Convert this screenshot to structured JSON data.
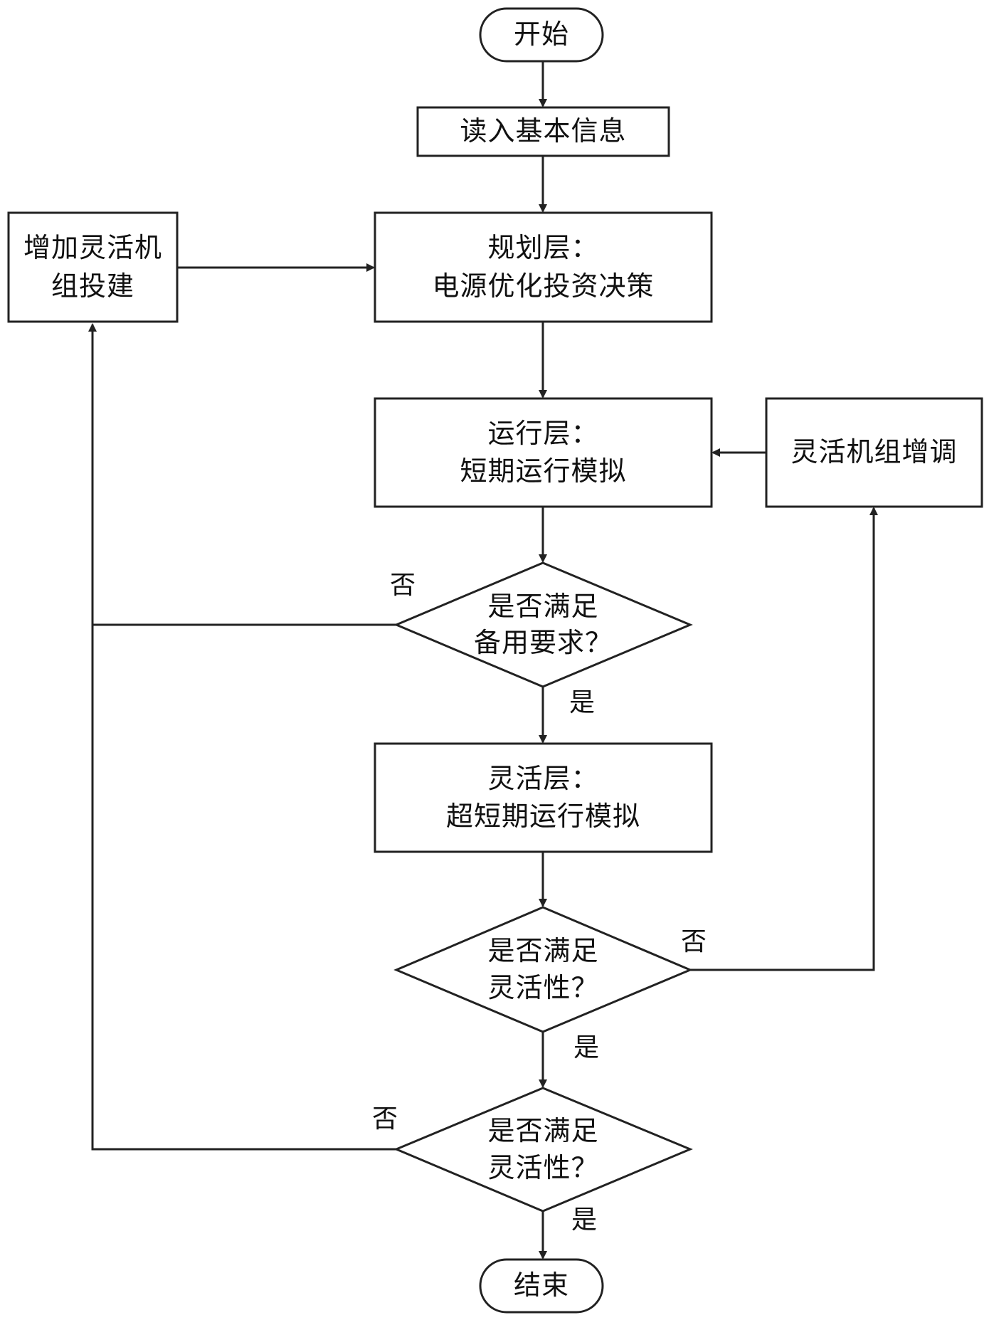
{
  "nodes": {
    "start": {
      "text": "开始"
    },
    "read_info": {
      "text": "读入基本信息"
    },
    "planning": {
      "title": "规划层：",
      "desc": "电源优化投资决策"
    },
    "add_unit": {
      "line1": "增加灵活机",
      "line2": "组投建"
    },
    "operation": {
      "title": "运行层：",
      "desc": "短期运行模拟"
    },
    "adjust_unit": {
      "text": "灵活机组增调"
    },
    "decision_reserve": {
      "line1": "是否满足",
      "line2": "备用要求？"
    },
    "flex_layer": {
      "title": "灵活层：",
      "desc": "超短期运行模拟"
    },
    "decision_flex_1": {
      "line1": "是否满足",
      "line2": "灵活性？"
    },
    "decision_flex_2": {
      "line1": "是否满足",
      "line2": "灵活性？"
    },
    "end": {
      "text": "结束"
    }
  },
  "edge_labels": {
    "reserve_no": "否",
    "reserve_yes": "是",
    "flex1_no": "否",
    "flex1_yes": "是",
    "flex2_no": "否",
    "flex2_yes": "是"
  },
  "colors": {
    "stroke": "#222222",
    "text": "#111111",
    "background": "#ffffff"
  }
}
